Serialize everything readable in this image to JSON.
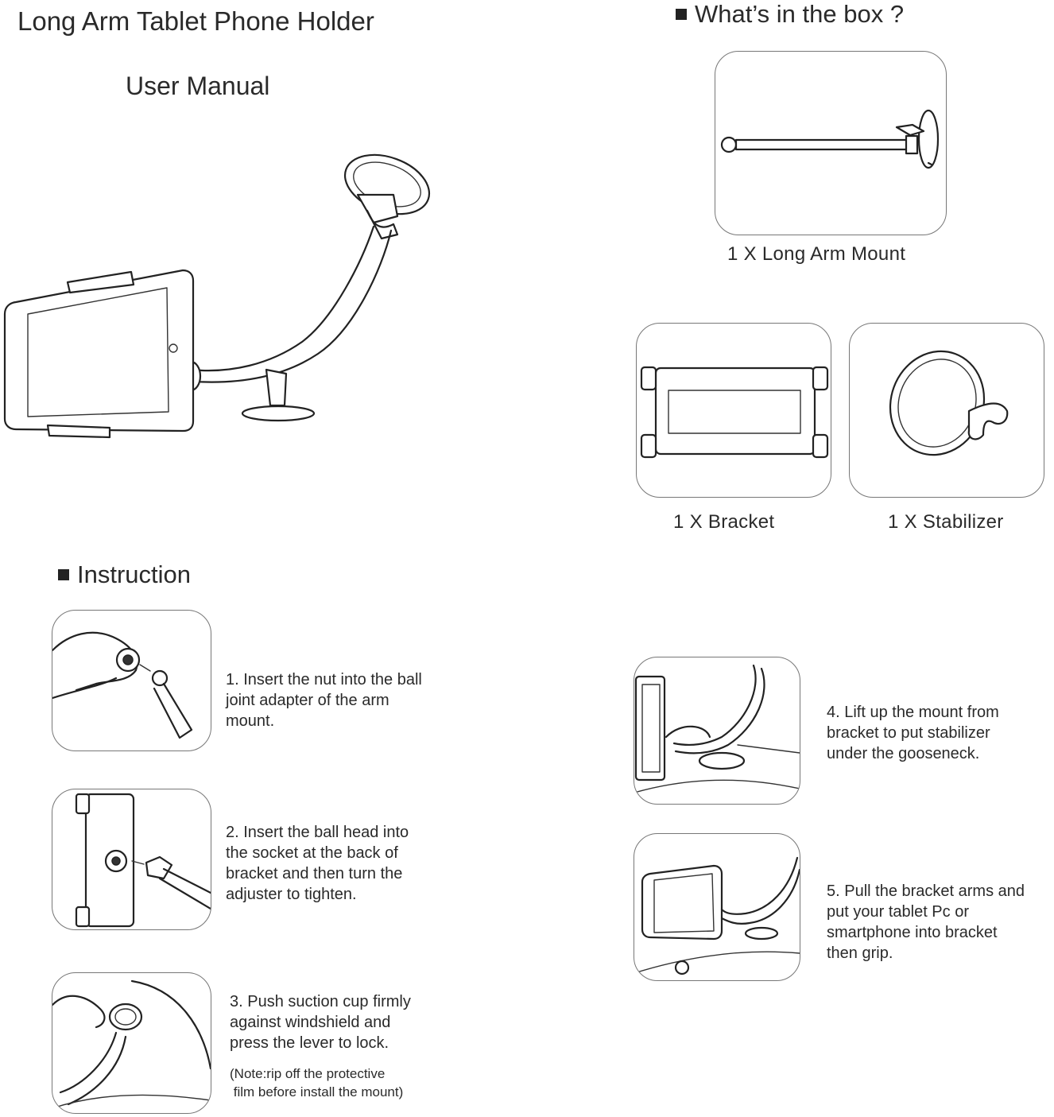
{
  "header": {
    "title": "Long Arm Tablet Phone Holder",
    "subtitle": "User Manual"
  },
  "box": {
    "heading": "What’s in the box ?",
    "items": [
      {
        "caption": "1 X Long Arm Mount",
        "icon": "long-arm-mount-illustration"
      },
      {
        "caption": "1 X Bracket",
        "icon": "bracket-illustration"
      },
      {
        "caption": "1 X Stabilizer",
        "icon": "stabilizer-illustration"
      }
    ]
  },
  "instruction": {
    "heading": "Instruction",
    "steps": [
      {
        "lines": [
          "1. Insert the nut into the ball",
          "joint adapter of the arm",
          "mount."
        ]
      },
      {
        "lines": [
          "2. Insert the ball head into",
          "the socket at the back of",
          "bracket and then turn the",
          "adjuster to tighten."
        ]
      },
      {
        "lines": [
          "3. Push suction cup firmly",
          "against windshield and",
          "press the lever to lock."
        ],
        "note": [
          "(Note:rip off the protective",
          " film before install the mount)"
        ]
      },
      {
        "lines": [
          "4. Lift up the mount from",
          "bracket to put stabilizer",
          "under the gooseneck."
        ]
      },
      {
        "lines": [
          "5. Pull the bracket arms and",
          "put your tablet Pc or",
          "smartphone into bracket",
          "then grip."
        ]
      }
    ]
  }
}
